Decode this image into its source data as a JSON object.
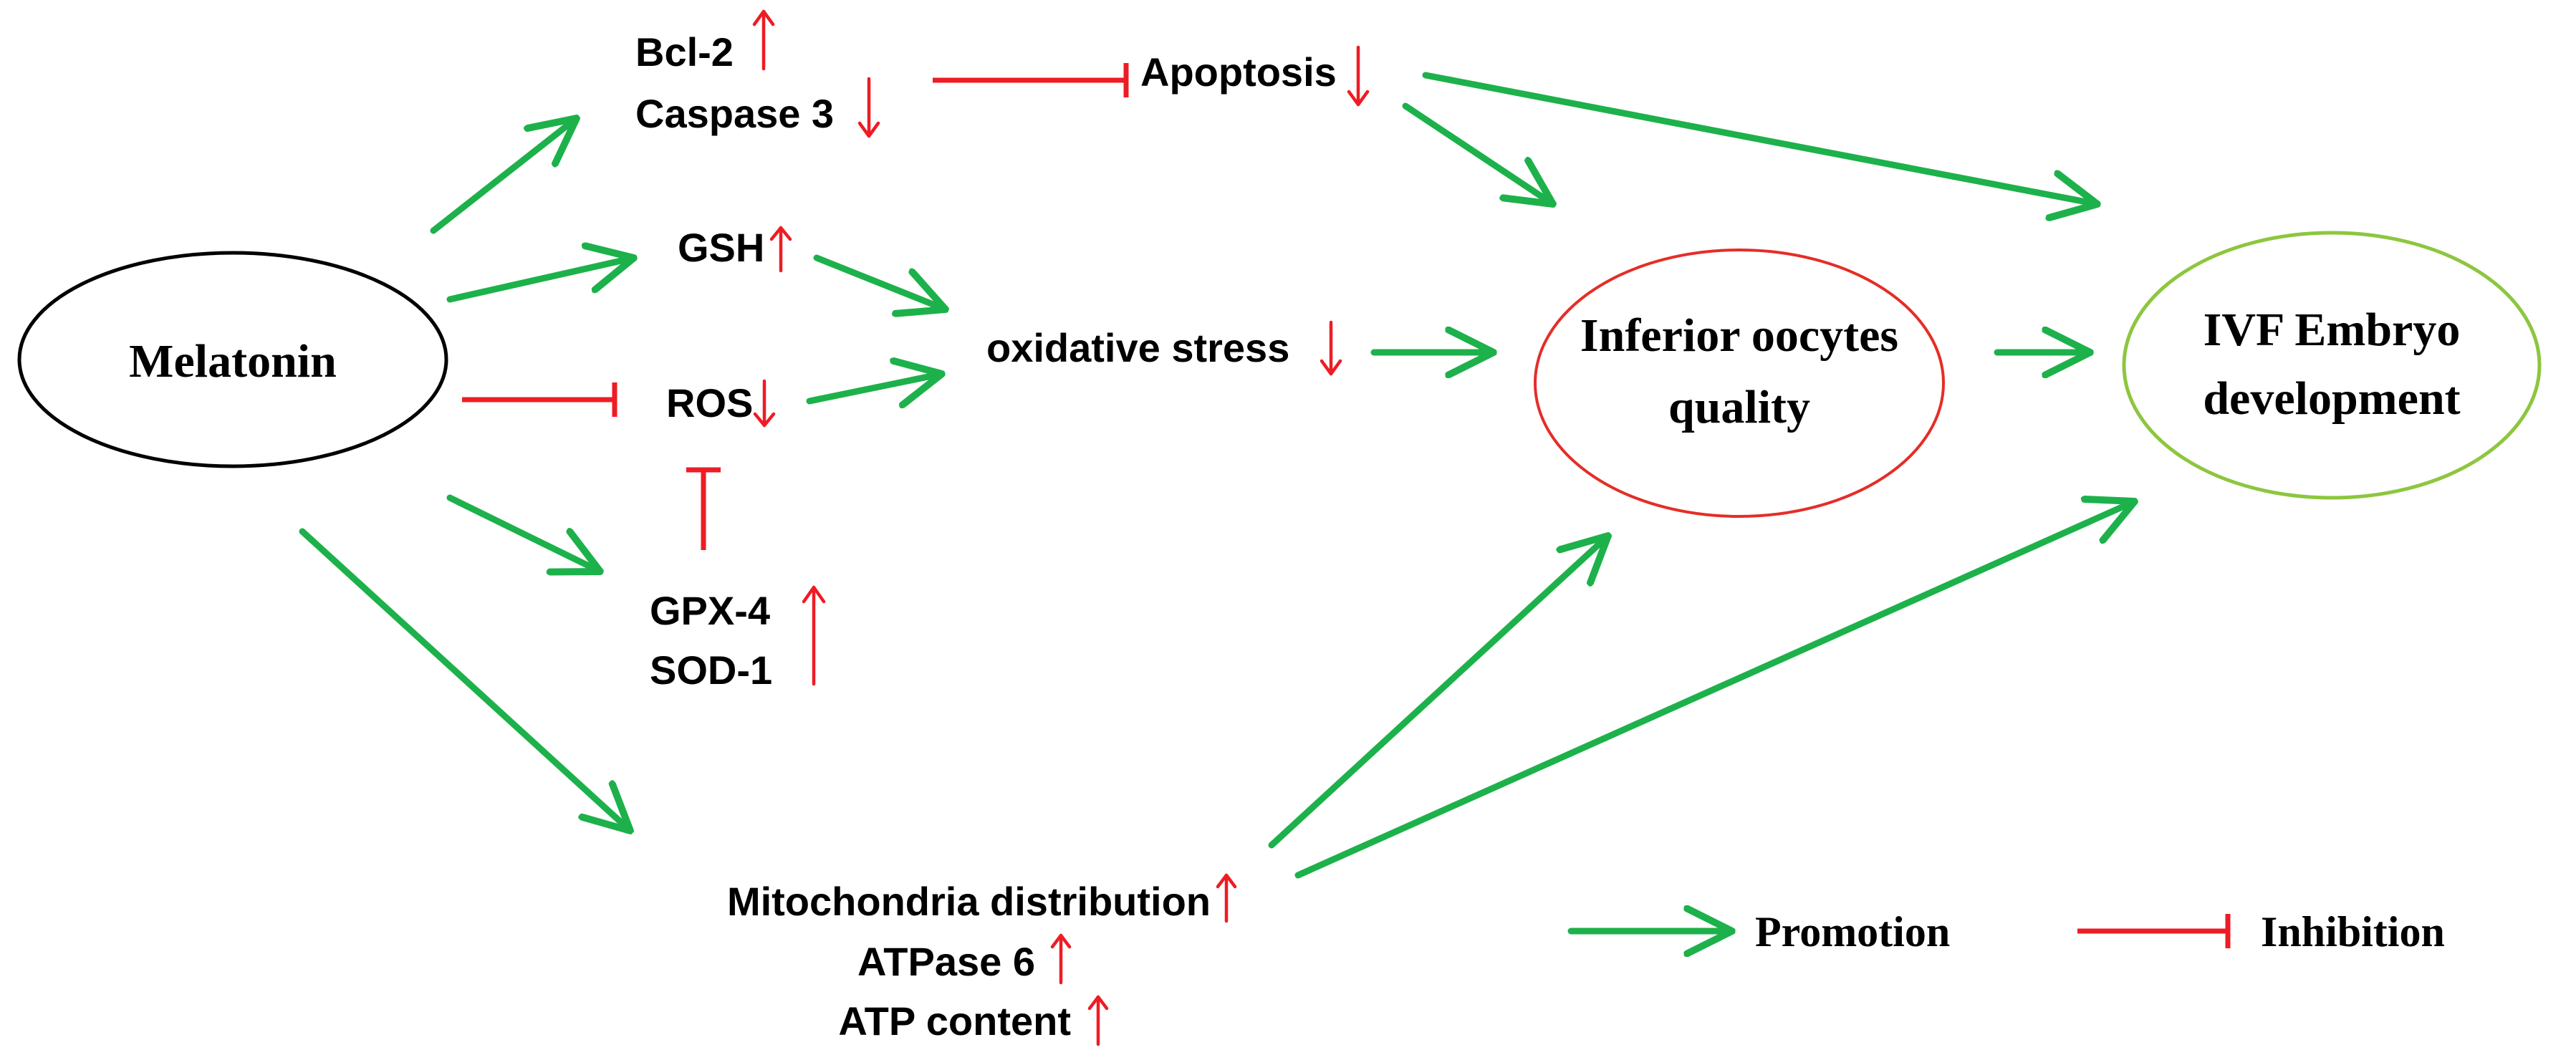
{
  "nodes": {
    "melatonin": "Melatonin",
    "bcl2": "Bcl-2",
    "caspase3": "Caspase 3",
    "apoptosis": "Apoptosis",
    "gsh": "GSH",
    "ros": "ROS",
    "gpx4": "GPX-4",
    "sod1": "SOD-1",
    "oxidative_stress": "oxidative stress",
    "inferior_oocytes_line1": "Inferior oocytes",
    "inferior_oocytes_line2": "quality",
    "ivf_line1": "IVF Embryo",
    "ivf_line2": "development",
    "mito_distribution": "Mitochondria distribution",
    "atpase6": "ATPase 6",
    "atp_content": "ATP content"
  },
  "legend": {
    "promotion": "Promotion",
    "inhibition": "Inhibition"
  },
  "colors": {
    "promotion_arrow": "#1db14b",
    "inhibition_line": "#ee1c24",
    "change_marker": "#ee1c24",
    "oocyte_ellipse": "#e52d27",
    "ivf_ellipse": "#8dc63f",
    "melatonin_ellipse": "#000000"
  }
}
